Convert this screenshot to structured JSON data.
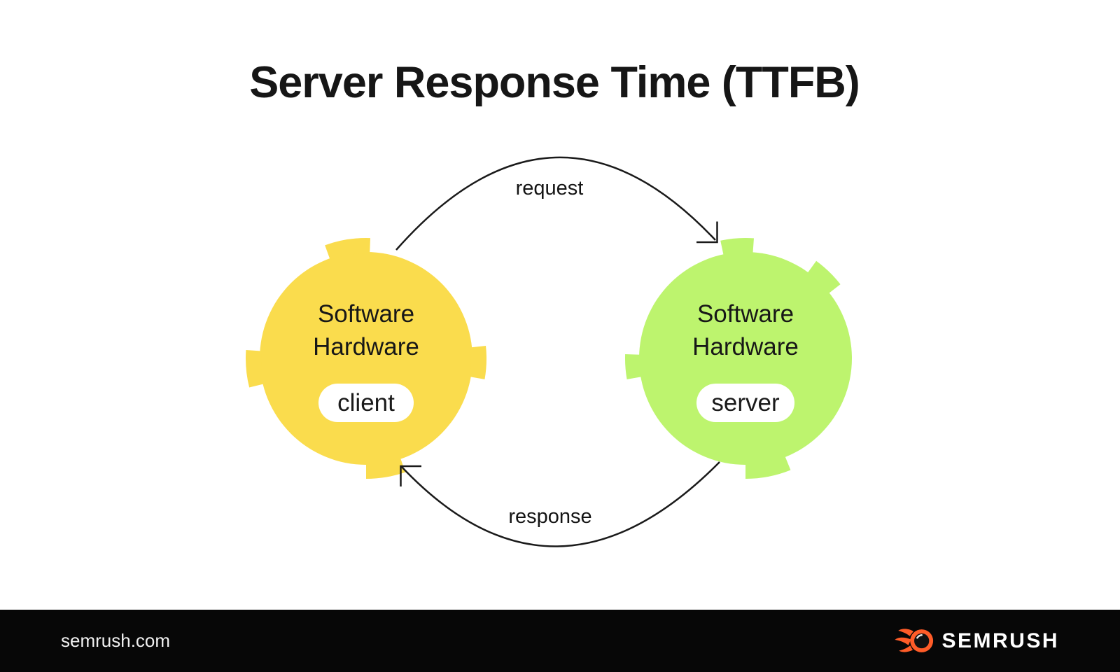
{
  "title": "Server Response Time (TTFB)",
  "nodes": {
    "client": {
      "line1": "Software",
      "line2": "Hardware",
      "badge": "client"
    },
    "server": {
      "line1": "Software",
      "line2": "Hardware",
      "badge": "server"
    }
  },
  "arrows": {
    "top_label": "request",
    "bottom_label": "response"
  },
  "footer": {
    "site": "semrush.com",
    "brand": "SEMRUSH"
  },
  "colors": {
    "client_yellow": "#FADC4D",
    "server_green": "#BDF46E",
    "ink": "#1A1A1A",
    "footer_bg": "#070707",
    "brand_orange": "#FF5C28",
    "badge_bg": "#FFFFFF"
  }
}
